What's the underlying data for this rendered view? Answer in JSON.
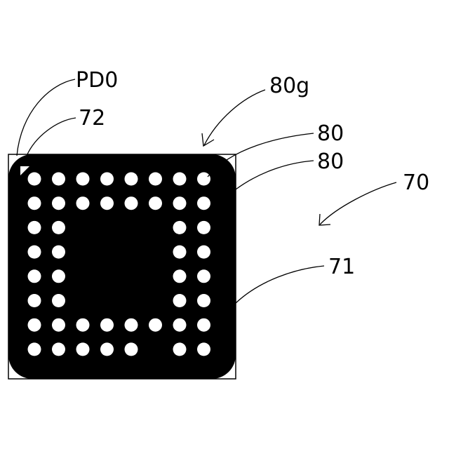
{
  "labels": {
    "pd0": "PD0",
    "l72": "72",
    "l80g": "80g",
    "l80a": "80",
    "l80b": "80",
    "l70": "70",
    "l71": "71"
  },
  "colors": {
    "package_fill": "#000000",
    "ball_fill": "#ffffff",
    "outline": "#000000",
    "background": "#ffffff"
  },
  "ball_grid": {
    "rows": [
      [
        1,
        1,
        1,
        1,
        1,
        1,
        1,
        1
      ],
      [
        1,
        1,
        1,
        1,
        1,
        1,
        1,
        1
      ],
      [
        1,
        1,
        0,
        0,
        0,
        0,
        1,
        1
      ],
      [
        1,
        1,
        0,
        0,
        0,
        0,
        1,
        1
      ],
      [
        1,
        1,
        0,
        0,
        0,
        0,
        1,
        1
      ],
      [
        1,
        1,
        0,
        0,
        0,
        0,
        1,
        1
      ],
      [
        1,
        1,
        1,
        1,
        1,
        1,
        1,
        1
      ],
      [
        1,
        1,
        1,
        1,
        1,
        0,
        1,
        1
      ]
    ]
  }
}
